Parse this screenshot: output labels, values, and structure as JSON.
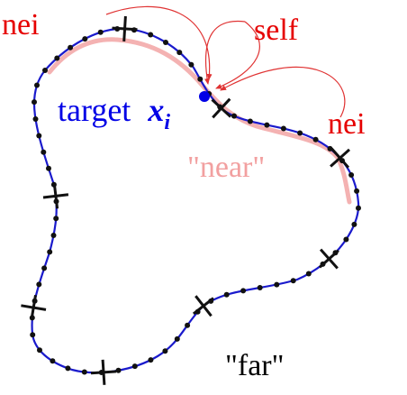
{
  "labels": {
    "nei_left": "nei",
    "self": "self",
    "nei_right": "nei",
    "target_word": "target",
    "target_var": "x",
    "target_sub": "i",
    "near": "\"near\"",
    "far": "\"far\""
  },
  "colors": {
    "curve": "#1a1acc",
    "dots": "#111111",
    "ticks": "#111111",
    "target": "#0000e6",
    "near_band": "#f4b2b2",
    "arrows": "#e03333",
    "red_text": "#e60000",
    "blue_text": "#0000e6",
    "pink_text": "#f2a0a0",
    "black_text": "#000000"
  }
}
